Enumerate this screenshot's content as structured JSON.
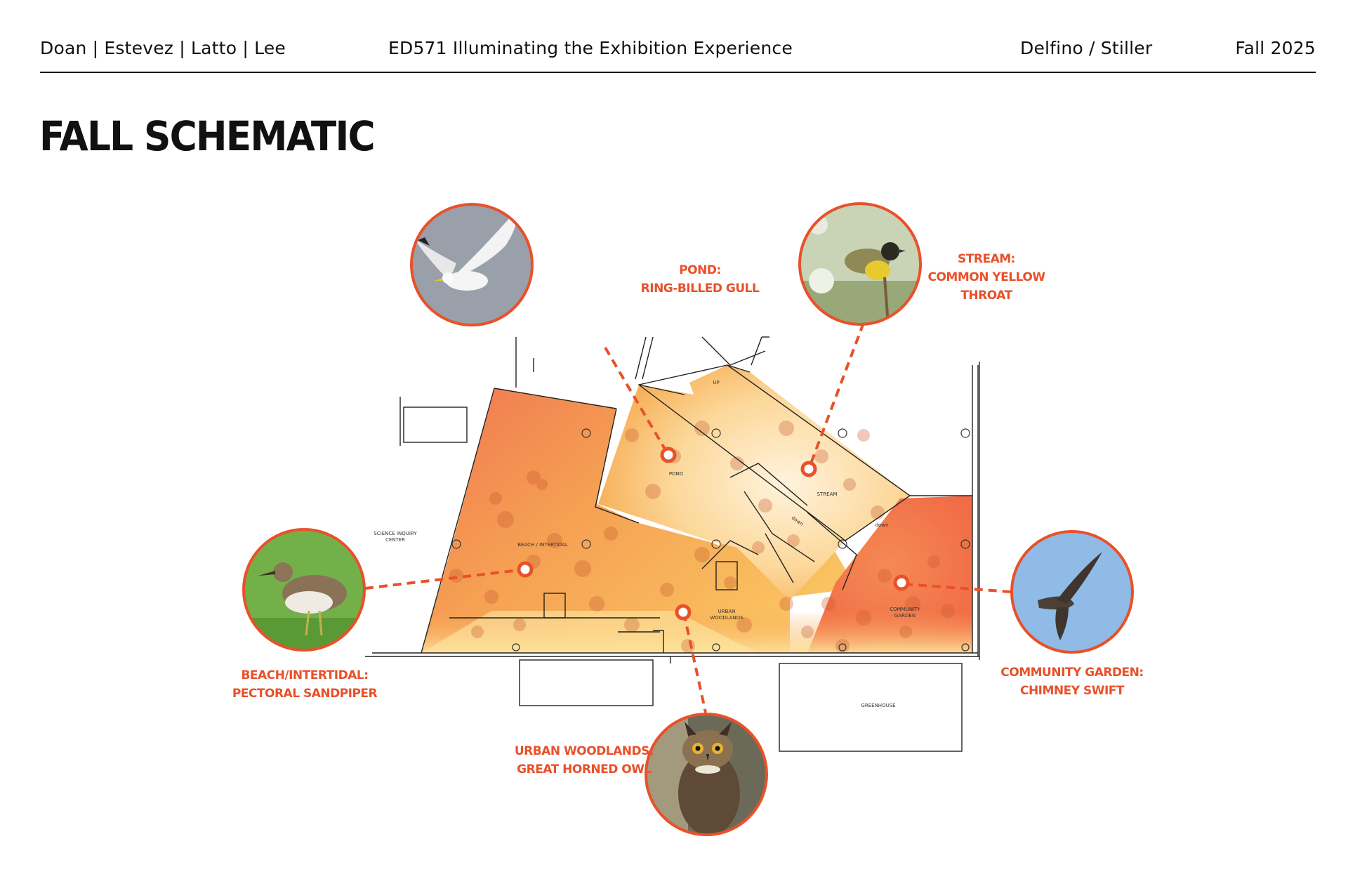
{
  "header": {
    "authors": "Doan | Estevez | Latto | Lee",
    "course": "ED571 Illuminating the Exhibition Experience",
    "instructors": "Delfino / Stiller",
    "term": "Fall 2025"
  },
  "title": "FALL SCHEMATIC",
  "colors": {
    "accent": "#e8512a",
    "heat_hot": "#f07a4a",
    "heat_warm": "#f8b653",
    "heat_cool": "#fde7a4"
  },
  "zones": [
    {
      "id": "pond",
      "line1": "POND:",
      "line2": "RING-BILLED GULL",
      "line3": "",
      "photo": "gull-photo"
    },
    {
      "id": "stream",
      "line1": "STREAM:",
      "line2": "COMMON YELLOW",
      "line3": "THROAT",
      "photo": "yellowthroat-photo"
    },
    {
      "id": "beach",
      "line1": "BEACH/INTERTIDAL:",
      "line2": "PECTORAL SANDPIPER",
      "line3": "",
      "photo": "sandpiper-photo"
    },
    {
      "id": "woodlands",
      "line1": "URBAN WOODLANDS:",
      "line2": "GREAT HORNED OWL",
      "line3": "",
      "photo": "owl-photo"
    },
    {
      "id": "garden",
      "line1": "COMMUNITY GARDEN:",
      "line2": "CHIMNEY SWIFT",
      "line3": "",
      "photo": "swift-photo"
    }
  ],
  "rooms": {
    "science_line1": "SCIENCE INQUIRY",
    "science_line2": "CENTER",
    "beach": "BEACH / INTERTIDAL",
    "pond": "POND",
    "stream": "STREAM",
    "down1": "down",
    "down2": "down",
    "up": "UP",
    "woodlands_line1": "URBAN",
    "woodlands_line2": "WOODLANDS",
    "garden_line1": "COMMUNITY",
    "garden_line2": "GARDEN",
    "greenhouse": "GREENHOUSE"
  }
}
